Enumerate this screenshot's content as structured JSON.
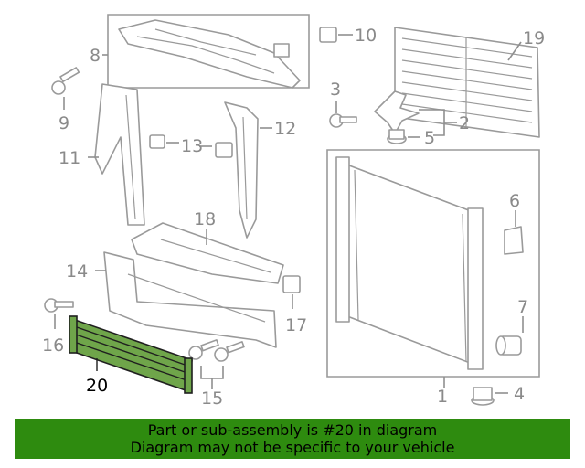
{
  "callouts": [
    "1",
    "2",
    "3",
    "4",
    "5",
    "6",
    "7",
    "8",
    "9",
    "10",
    "11",
    "12",
    "13",
    "14",
    "15",
    "16",
    "17",
    "18",
    "19",
    "20"
  ],
  "highlighted_part": "20",
  "banner": {
    "line1": "Part or sub-assembly is #20 in diagram",
    "line2": "Diagram may not be specific to your vehicle"
  },
  "colors": {
    "highlight_fill": "#6fa54a",
    "banner_background": "#2e8b0f",
    "part_stroke": "#9a9a9a",
    "callout_text": "#8a8a8a"
  }
}
